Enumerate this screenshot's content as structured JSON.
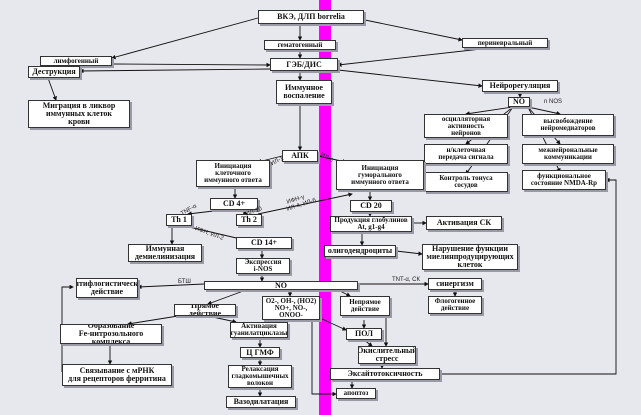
{
  "nodes": {
    "vke": "ВКЭ, ДЛП borrelia",
    "lymph": "лимфогенный",
    "hemat": "гематогенный",
    "perineural": "периневральный",
    "geb": "ГЭБ/ДИС",
    "destr": "Деструкция",
    "migration": "Миграция в ликвор\nиммунных клеток\nкрови",
    "immune_resp": "Иммунное\nвоспаление",
    "neuroreg": "Нейрорегуляция",
    "no_top": "NO",
    "n_nos": "n NOS",
    "oscill": "осцилляторная\nактивность\nнейронов",
    "release": "высвобождение\nнейромедиаторов",
    "intercell": "н/клеточная\nпередача сигнала",
    "interneur": "межнейрональные\nкоммуникации",
    "vascular": "Контроль тонуса\nсосудов",
    "nmda": "функциональное\nсостояние NMDA-Rp",
    "apk": "АПК",
    "init_cell": "Инициация\nклеточного\nиммунного ответа",
    "init_humor": "Инициация\nгуморального\nиммунного ответа",
    "cd4": "CD 4+",
    "th1": "Th 1",
    "th2": "Th 2",
    "cd20": "CD 20",
    "prod_glob": "Продукция глобулинов\nAt, g1-g4",
    "activ_sk": "Активация СК",
    "cd14": "CD 14+",
    "immune_dem": "Иммунная\nдемиелинизация",
    "oligo": "олигодендроциты",
    "myelin_viol": "Нарушение функции\nмиелинпродуцирующих\nклеток",
    "expr_inos": "Экспрессия\ni-NOS",
    "no_mid": "NO",
    "antiphlog": "Антифлогистическое\nдействие",
    "synergy": "синергизм",
    "phlog": "Флогогенное\nдействие",
    "direct": "Прямое действие",
    "radicals": "O2-, OH-, (HO2)\nNO+, NO-,\nONOO-",
    "neuro_dir": "Непрямое\nдействие",
    "fe_complex": "Образование\nFe-нитрозольного комплекса",
    "guanyl": "Активация\nгуанилатциклазы",
    "pol": "ПОЛ",
    "cgmp": "Ц ГМФ",
    "ox_stress": "Окислительный\nстресс",
    "mrna": "Связывание с мРНК\nдля рецепторов ферритина",
    "relax": "Релаксация\nгладкомышечных\nволокон",
    "excito": "Эксайтотоксичность",
    "vasodil": "Вазодилатация",
    "apoptosis": "апоптоз"
  },
  "edge_labels": {
    "il1": "ИЛ-1",
    "il6": "ИЛ-6",
    "ifn": "ИФН-γ",
    "il10": "ИЛ-10",
    "il4": "ИЛ-4, ИЛ-6",
    "tnf": "TNF-α",
    "inf_il2": "ИФН, ИЛ-2",
    "btsh": "БТШ",
    "tnf_ck": "TNT-α, СК"
  }
}
